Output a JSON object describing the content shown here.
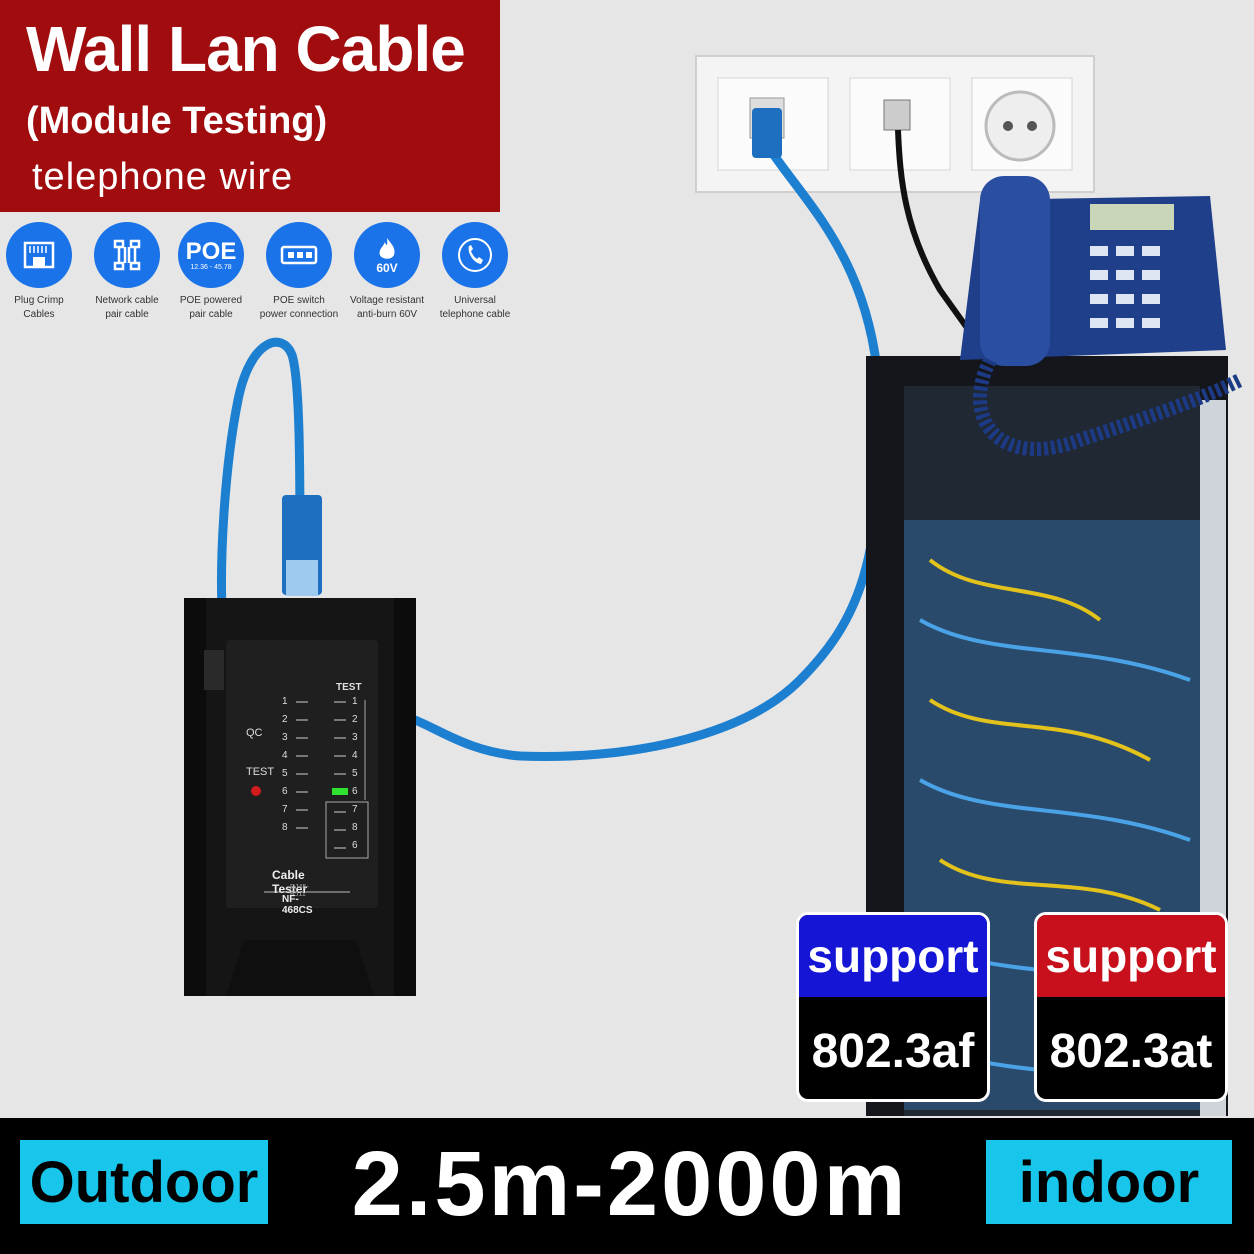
{
  "header": {
    "title": "Wall Lan Cable",
    "subtitle": "(Module Testing)",
    "subtitle2": "telephone wire"
  },
  "features": [
    {
      "icon": "rj45-jack-icon",
      "label": "Plug  Crimp\nCables"
    },
    {
      "icon": "cable-pair-icon",
      "label": "Network cable\npair cable"
    },
    {
      "icon": "poe-icon",
      "label": "POE powered\npair cable",
      "icon_text": "POE",
      "icon_subtext": "12.36 - 45.78"
    },
    {
      "icon": "switch-icon",
      "label": "POE switch\npower connection"
    },
    {
      "icon": "flame-icon",
      "label": "Voltage resistant\nanti-burn 60V",
      "icon_text": "60V"
    },
    {
      "icon": "phone-icon",
      "label": "Universal\ntelephone cable"
    }
  ],
  "tester": {
    "name": "Cable Tester",
    "model_line": "RJ45-RJ11",
    "model": "NF-468CS",
    "qc_label": "QC",
    "test_label": "TEST",
    "remote_label": "TEST",
    "left_leds": [
      "1",
      "2",
      "3",
      "4",
      "5",
      "6",
      "7",
      "8"
    ],
    "right_leds": [
      "1",
      "2",
      "3",
      "4",
      "5",
      "6",
      "7",
      "8",
      "6"
    ],
    "lit_led": "6"
  },
  "badges": [
    {
      "top": "support",
      "bottom": "802.3af",
      "color": "#1515d6"
    },
    {
      "top": "support",
      "bottom": "802.3at",
      "color": "#c8101c"
    }
  ],
  "bottom_bar": {
    "left_tag": "Outdoor",
    "range": "2.5m-2000m",
    "right_tag": "indoor"
  }
}
